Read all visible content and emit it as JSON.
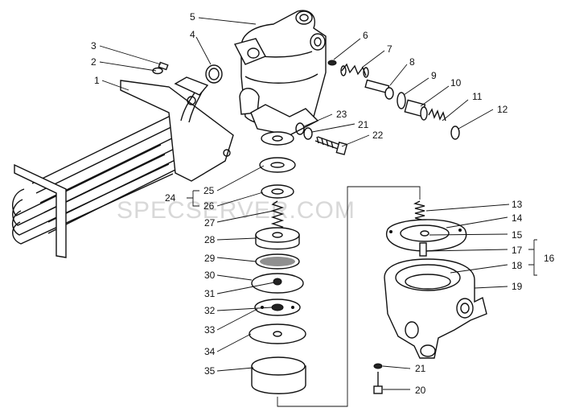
{
  "watermark": "SPECSERVER.COM",
  "callouts": [
    {
      "id": "p1",
      "text": "1"
    },
    {
      "id": "p2",
      "text": "2"
    },
    {
      "id": "p3",
      "text": "3"
    },
    {
      "id": "p4",
      "text": "4"
    },
    {
      "id": "p5",
      "text": "5"
    },
    {
      "id": "p6",
      "text": "6"
    },
    {
      "id": "p7",
      "text": "7"
    },
    {
      "id": "p8",
      "text": "8"
    },
    {
      "id": "p9",
      "text": "9"
    },
    {
      "id": "p10",
      "text": "10"
    },
    {
      "id": "p11",
      "text": "11"
    },
    {
      "id": "p12",
      "text": "12"
    },
    {
      "id": "p13",
      "text": "13"
    },
    {
      "id": "p14",
      "text": "14"
    },
    {
      "id": "p15",
      "text": "15"
    },
    {
      "id": "p16",
      "text": "16"
    },
    {
      "id": "p17",
      "text": "17"
    },
    {
      "id": "p18",
      "text": "18"
    },
    {
      "id": "p19",
      "text": "19"
    },
    {
      "id": "p20",
      "text": "20"
    },
    {
      "id": "p21a",
      "text": "21"
    },
    {
      "id": "p21b",
      "text": "21"
    },
    {
      "id": "p22",
      "text": "22"
    },
    {
      "id": "p23",
      "text": "23"
    },
    {
      "id": "p24",
      "text": "24"
    },
    {
      "id": "p25",
      "text": "25"
    },
    {
      "id": "p26",
      "text": "26"
    },
    {
      "id": "p27",
      "text": "27"
    },
    {
      "id": "p28",
      "text": "28"
    },
    {
      "id": "p29",
      "text": "29"
    },
    {
      "id": "p30",
      "text": "30"
    },
    {
      "id": "p31",
      "text": "31"
    },
    {
      "id": "p32",
      "text": "32"
    },
    {
      "id": "p33",
      "text": "33"
    },
    {
      "id": "p34",
      "text": "34"
    },
    {
      "id": "p35",
      "text": "35"
    }
  ]
}
